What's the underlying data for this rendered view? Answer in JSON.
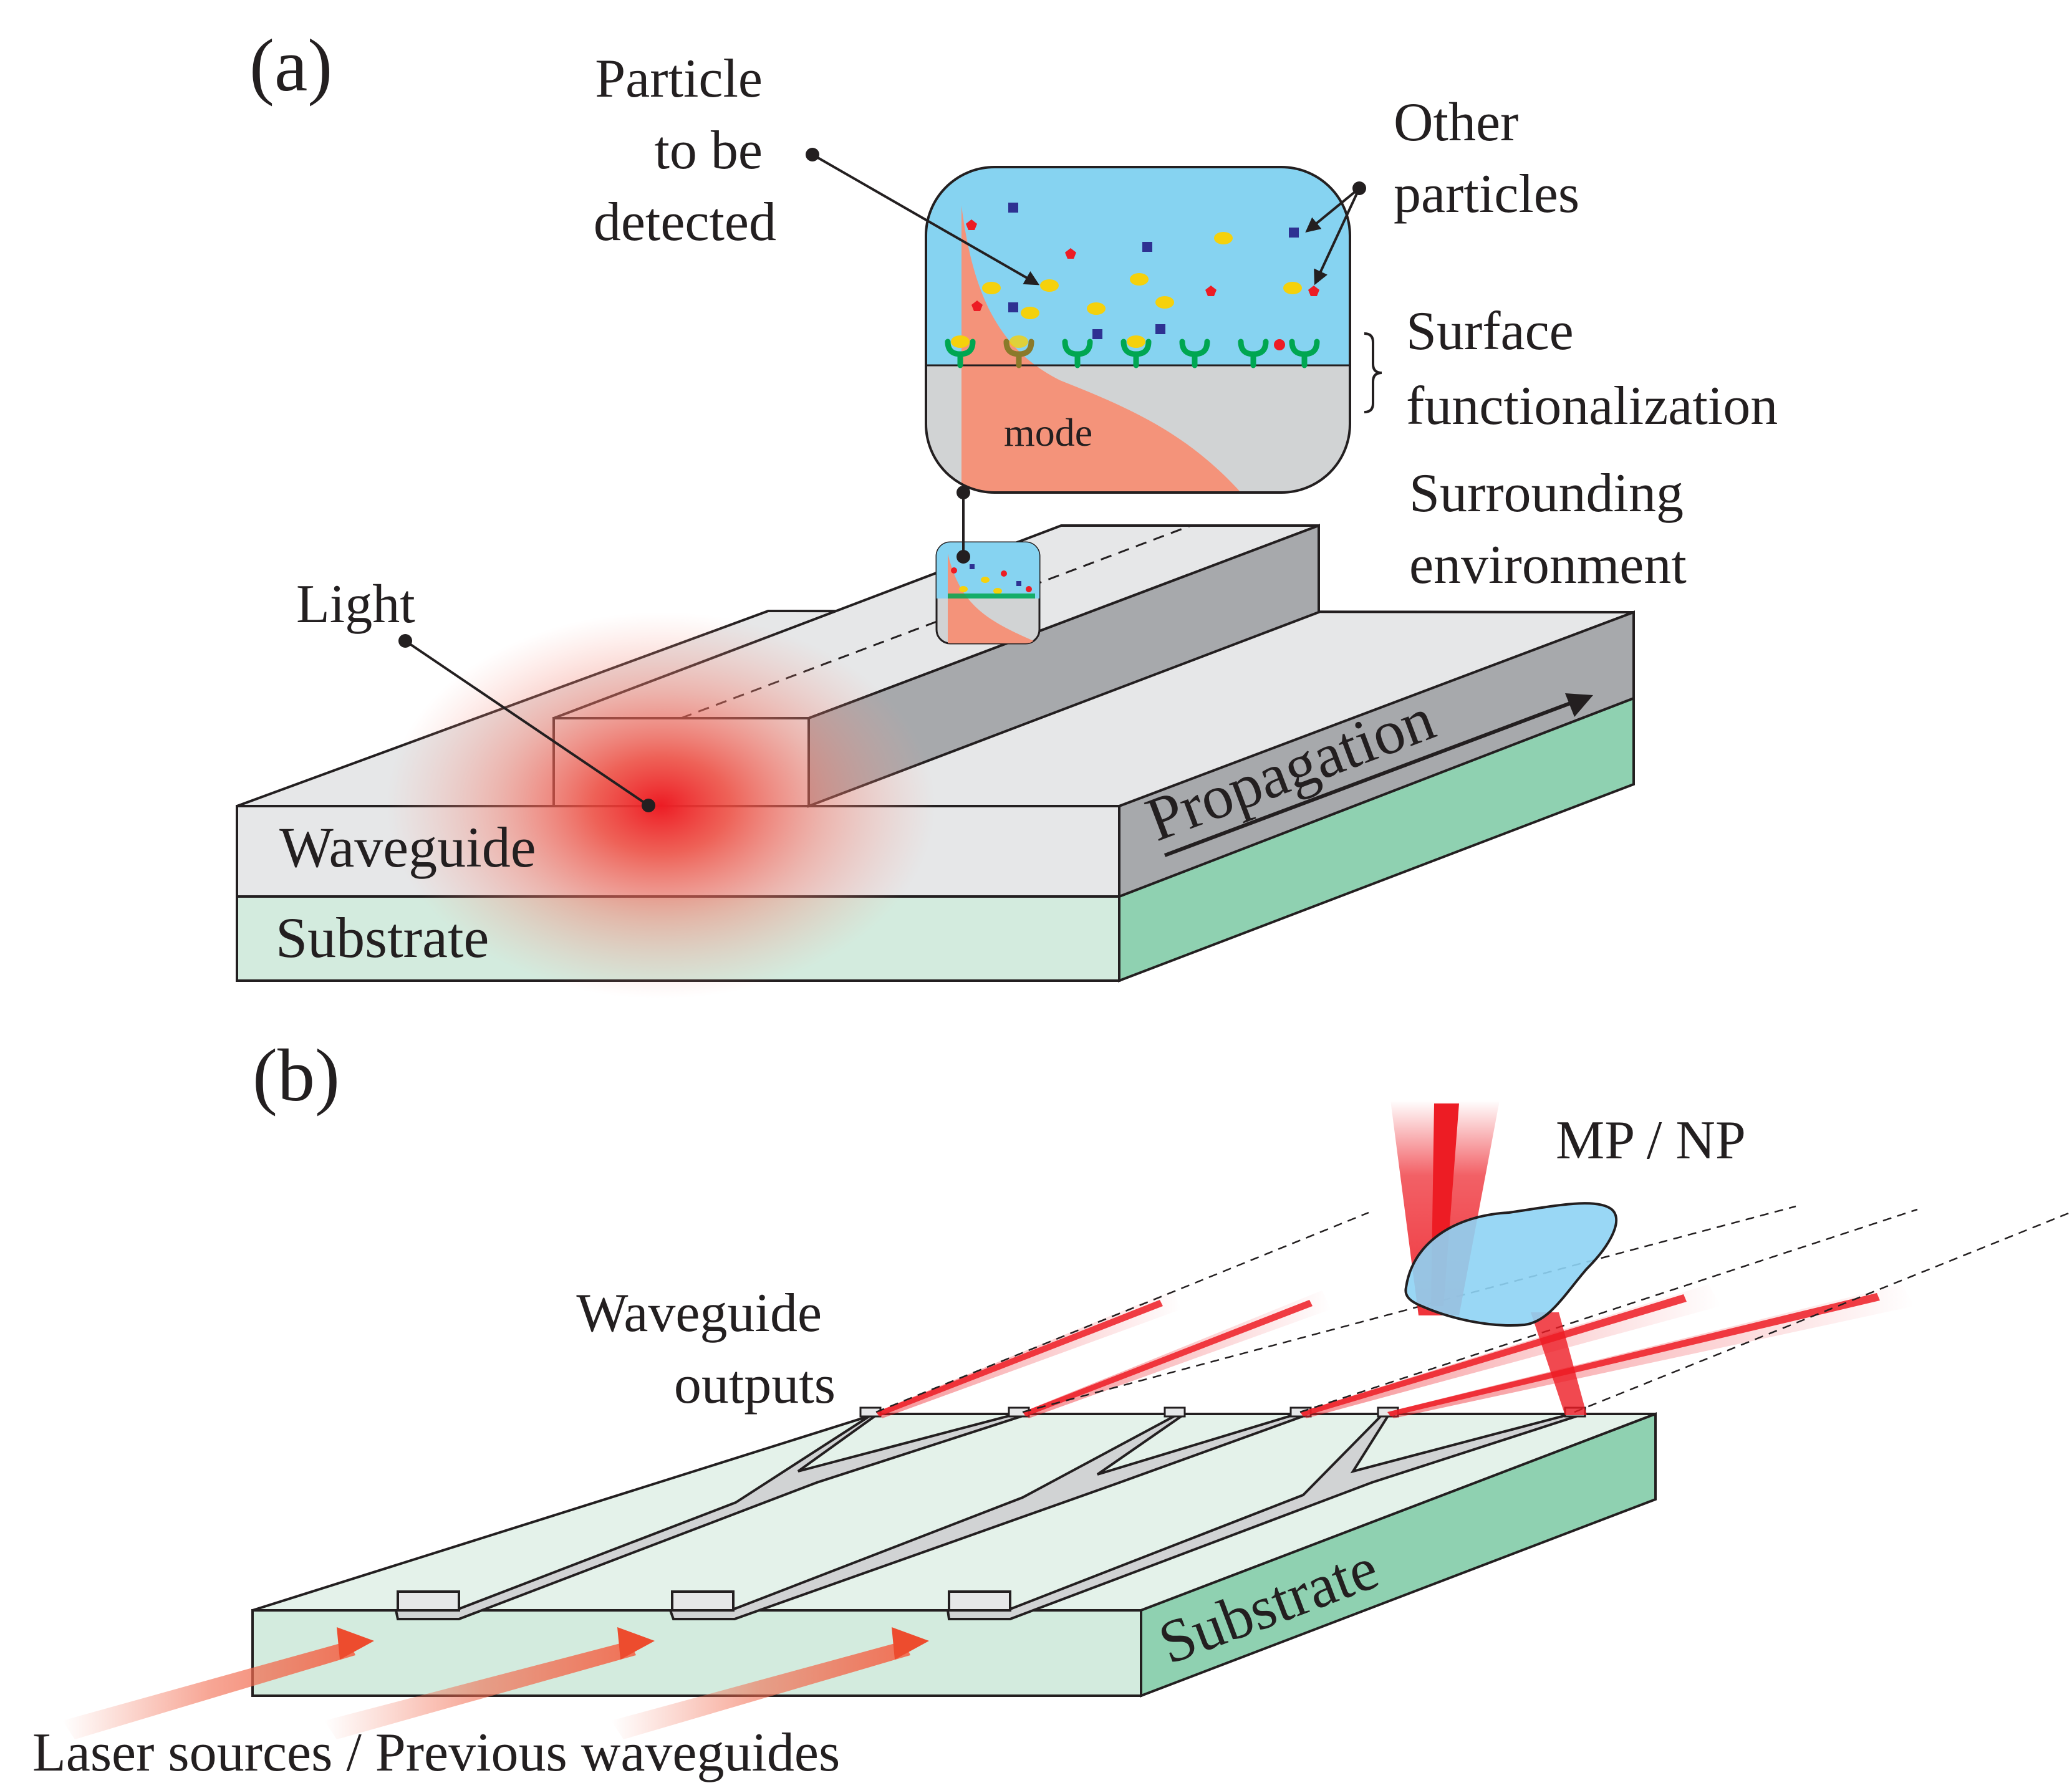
{
  "panel_a": {
    "tag": "(a)",
    "particle_label": [
      "Particle",
      "to be",
      "detected"
    ],
    "other_label": [
      "Other",
      "particles"
    ],
    "surface_label": [
      "Surface",
      "functionalization"
    ],
    "surrounding_label": [
      "Surrounding",
      "environment"
    ],
    "mode_label": "mode",
    "light_label": "Light",
    "waveguide_label": "Waveguide",
    "substrate_label": "Substrate",
    "propagation_label": "Propagation"
  },
  "panel_b": {
    "tag": "(b)",
    "mpnp_label": "MP / NP",
    "outputs_label": [
      "Waveguide",
      "outputs"
    ],
    "substrate_label": "Substrate",
    "sources_label": "Laser sources / Previous waveguides"
  },
  "colors": {
    "fluid": "#86d3f1",
    "gray_light": "#e6e7e8",
    "gray_mid": "#d1d3d4",
    "gray_dark": "#a7a9ac",
    "substrate_light": "#d3ebde",
    "substrate_dark": "#8fd1b1",
    "mode": "#f4937a",
    "light_red": "#ed1c24",
    "particle_red": "#ed1c24",
    "particle_blue": "#2e3192",
    "particle_yellow": "#f5d10c",
    "receptor_green": "#00a651",
    "mp_blue": "#8ed3f4"
  }
}
